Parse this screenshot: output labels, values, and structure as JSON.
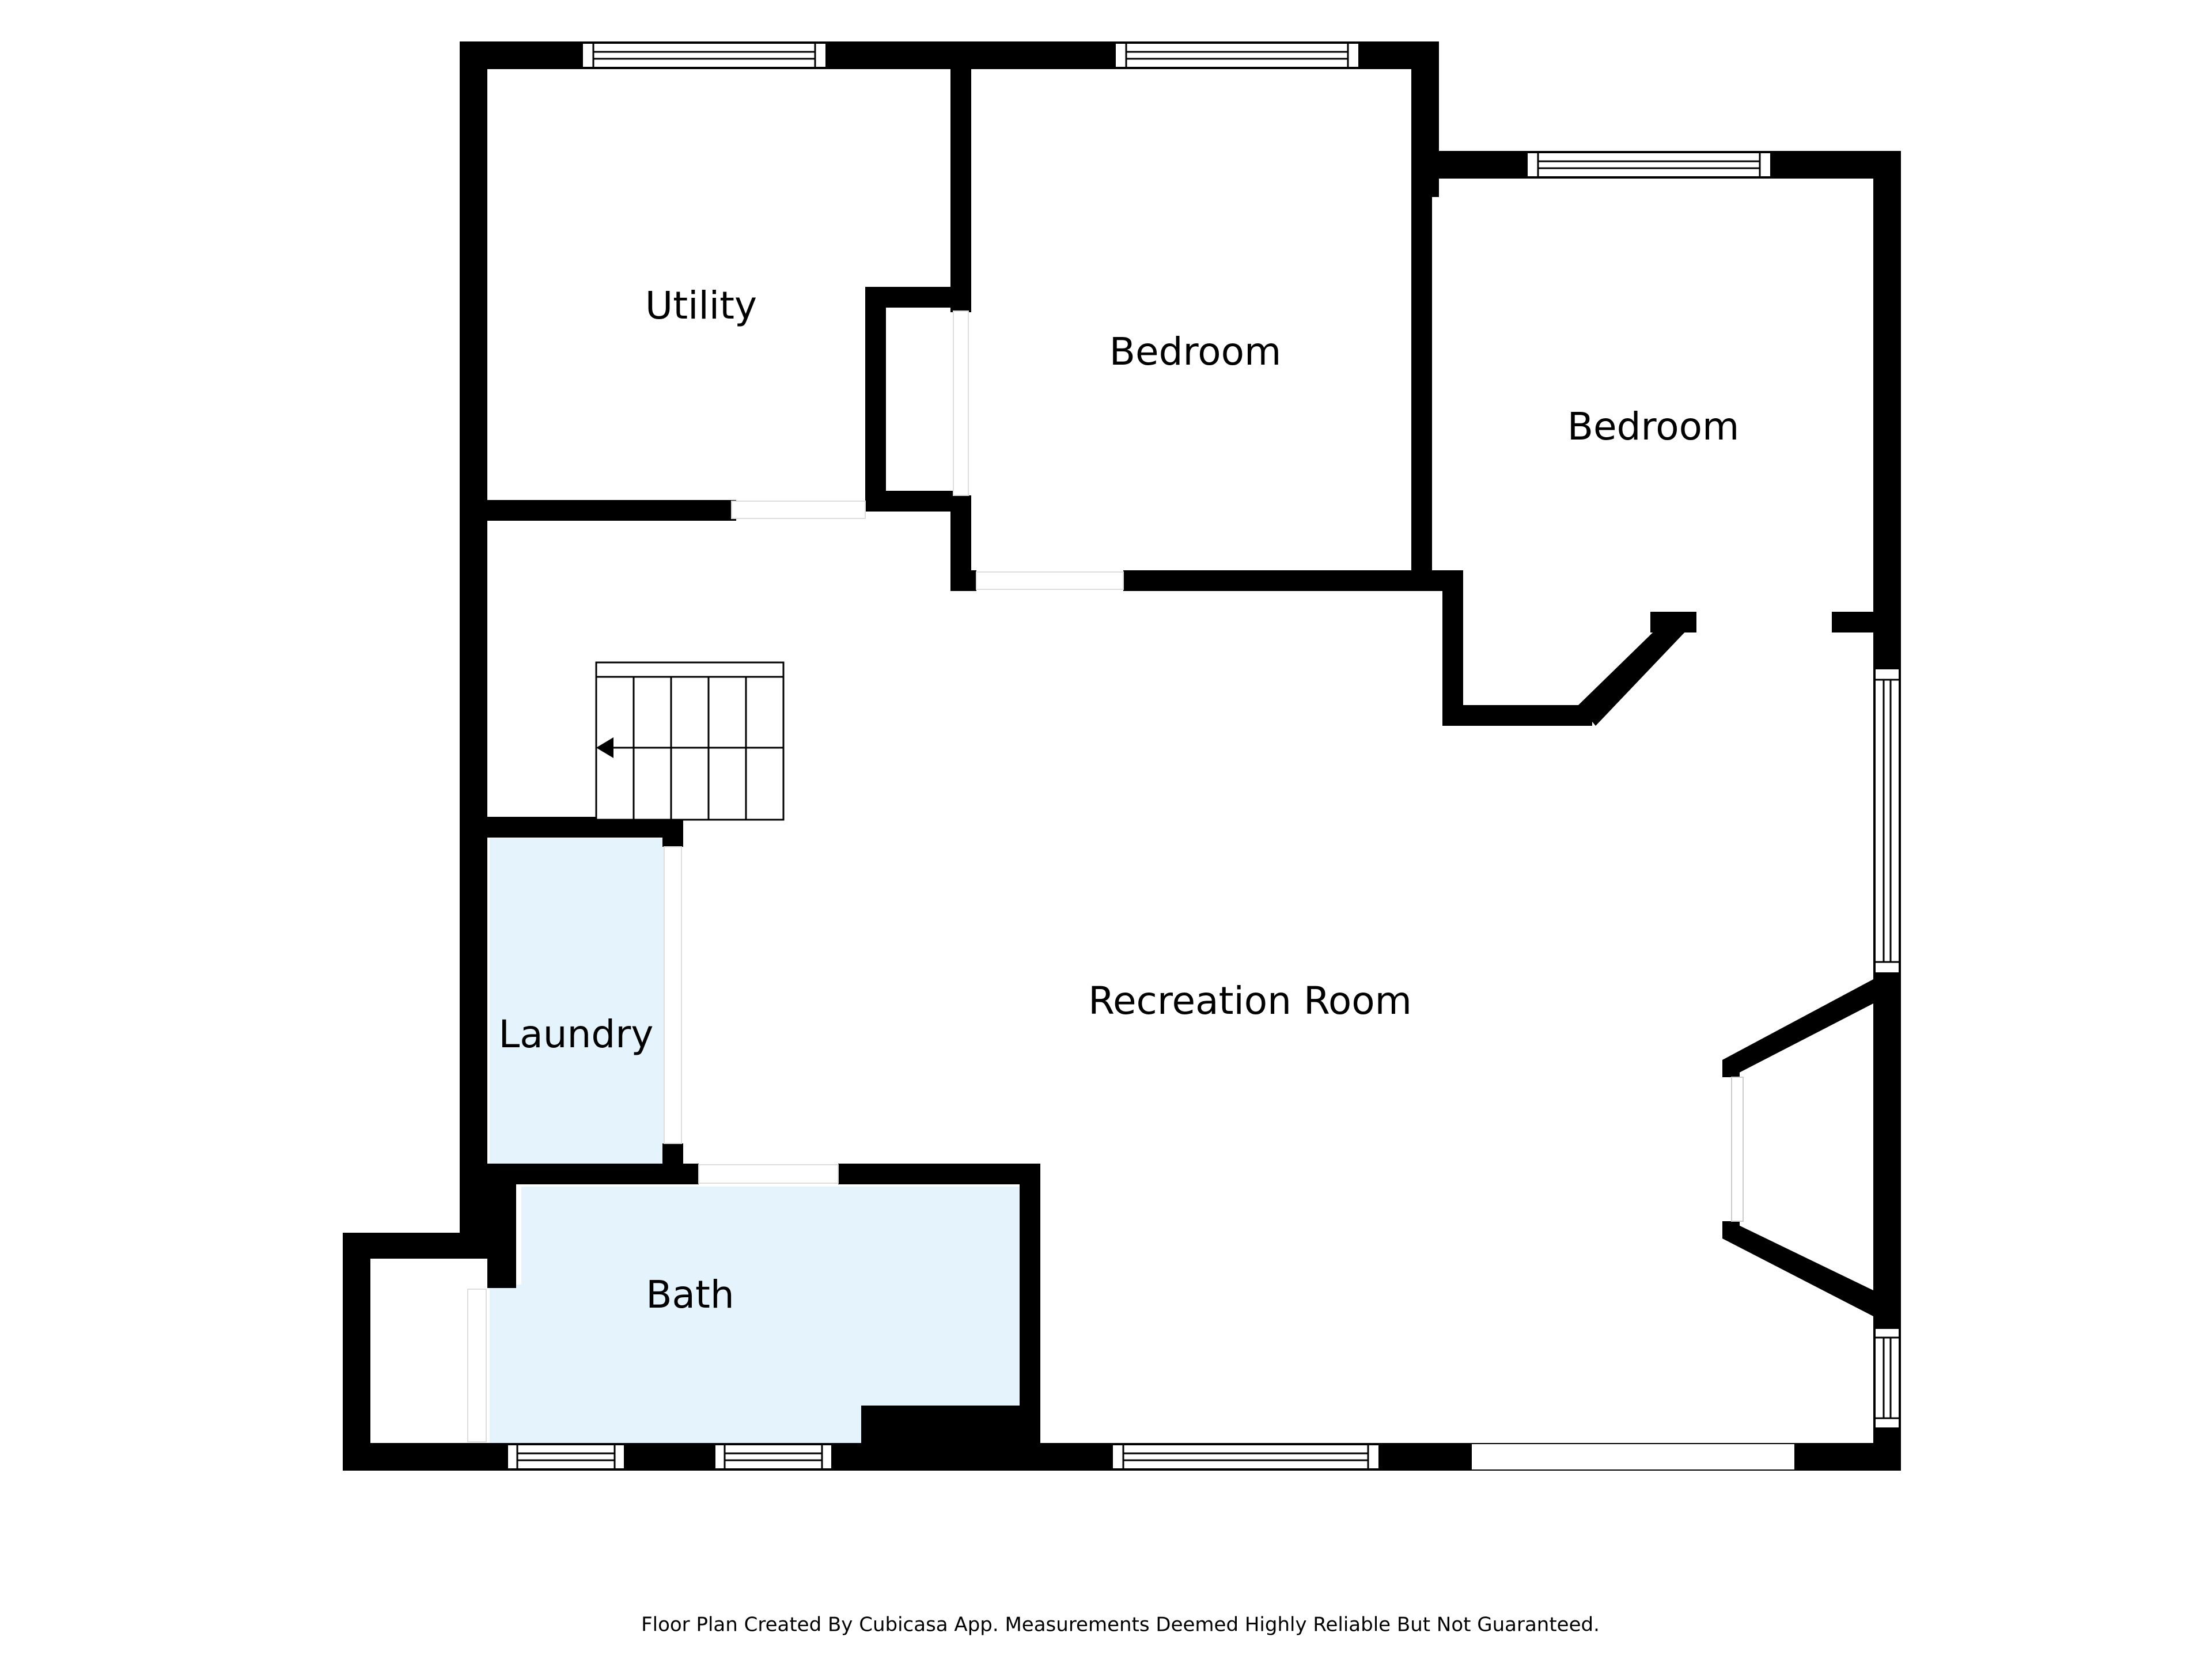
{
  "rooms": {
    "utility": "Utility",
    "bedroom_1": "Bedroom",
    "bedroom_2": "Bedroom",
    "recreation_room": "Recreation Room",
    "laundry": "Laundry",
    "bath": "Bath"
  },
  "colors": {
    "wet_room_fill": "#e5f4fc",
    "wall": "#000000",
    "background": "#ffffff"
  },
  "footer": {
    "credit": "Floor Plan Created By Cubicasa App. Measurements Deemed Highly Reliable But Not Guaranteed."
  }
}
